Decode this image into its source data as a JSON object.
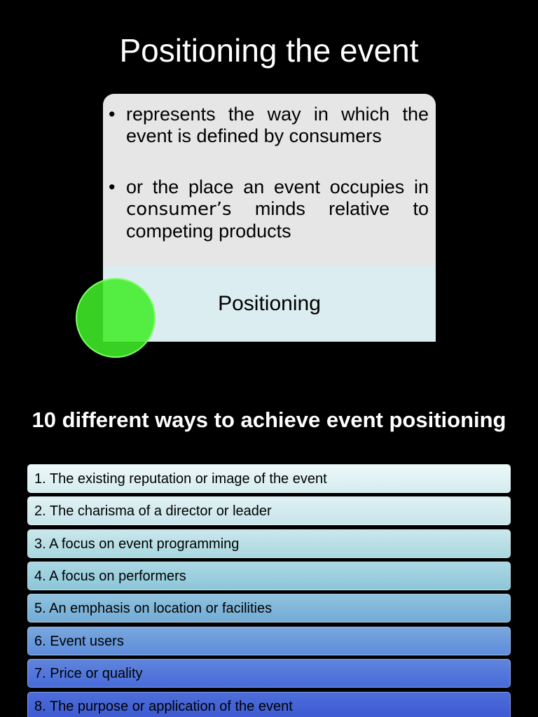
{
  "slide": {
    "title": "Positioning the event",
    "definition": {
      "bullet_char": "•",
      "bullets": [
        {
          "text": "represents the way in which the event is defined by consumers"
        },
        {
          "pre": " or the place an event occupies in ",
          "emphasis": "consumer’s",
          "post": " minds relative to competing products"
        }
      ],
      "label": "Positioning"
    },
    "subheading": "10 different ways to achieve event positioning",
    "ways": [
      "1. The existing reputation or image of the event",
      "2. The charisma of a director or leader",
      "3. A focus on event programming",
      "4. A focus on performers",
      "5. An emphasis on location or facilities",
      "6. Event users",
      "7. Price or quality",
      "8. The purpose or application of the event"
    ]
  },
  "colors": {
    "background": "#000000",
    "definition_box": "#e6e6e6",
    "label_band": "#dbedf0",
    "circle": "#40ee28",
    "list_gradient_start": "#eef8f9",
    "list_gradient_end": "#3c59d3"
  }
}
